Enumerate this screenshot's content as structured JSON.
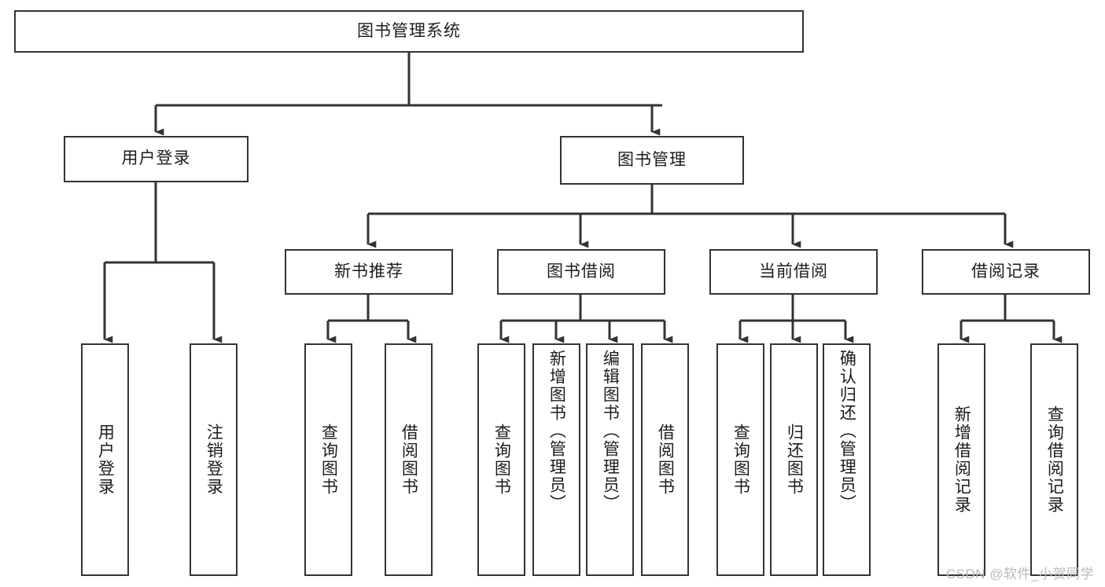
{
  "diagram": {
    "title": "图书管理系统",
    "type": "functional-structure-tree",
    "root": {
      "id": "root",
      "label": "图书管理系统"
    },
    "level2": [
      {
        "id": "user-login",
        "label": "用户登录"
      },
      {
        "id": "book-manage",
        "label": "图书管理"
      }
    ],
    "level3": [
      {
        "id": "new-book-rec",
        "label": "新书推荐",
        "parent": "book-manage"
      },
      {
        "id": "book-borrow",
        "label": "图书借阅",
        "parent": "book-manage"
      },
      {
        "id": "current-borrow",
        "label": "当前借阅",
        "parent": "book-manage"
      },
      {
        "id": "borrow-record",
        "label": "借阅记录",
        "parent": "book-manage"
      }
    ],
    "leaves": {
      "user_login": [
        {
          "id": "leaf-user-login",
          "label": "用户登录"
        },
        {
          "id": "leaf-user-logout",
          "label": "注销登录"
        }
      ],
      "new_book_rec": [
        {
          "id": "leaf-query-book-1",
          "label": "查询图书"
        },
        {
          "id": "leaf-borrow-book-1",
          "label": "借阅图书"
        }
      ],
      "book_borrow": [
        {
          "id": "leaf-query-book-2",
          "label": "查询图书"
        },
        {
          "id": "leaf-add-book",
          "label": "新增图书（管理员）"
        },
        {
          "id": "leaf-edit-book",
          "label": "编辑图书（管理员）"
        },
        {
          "id": "leaf-borrow-book-2",
          "label": "借阅图书"
        }
      ],
      "current_borrow": [
        {
          "id": "leaf-query-book-3",
          "label": "查询图书"
        },
        {
          "id": "leaf-return-book",
          "label": "归还图书"
        },
        {
          "id": "leaf-confirm-return",
          "label": "确认归还（管理员）"
        }
      ],
      "borrow_record": [
        {
          "id": "leaf-add-record",
          "label": "新增借阅记录"
        },
        {
          "id": "leaf-query-record",
          "label": "查询借阅记录"
        }
      ]
    }
  },
  "watermark": {
    "text": "CSDN @软件_小贺同学"
  },
  "colors": {
    "stroke": "#333333",
    "box_fill": "#ffffff",
    "text": "#1c1c1c",
    "watermark": "#b9b9b9",
    "background": "#ffffff"
  }
}
